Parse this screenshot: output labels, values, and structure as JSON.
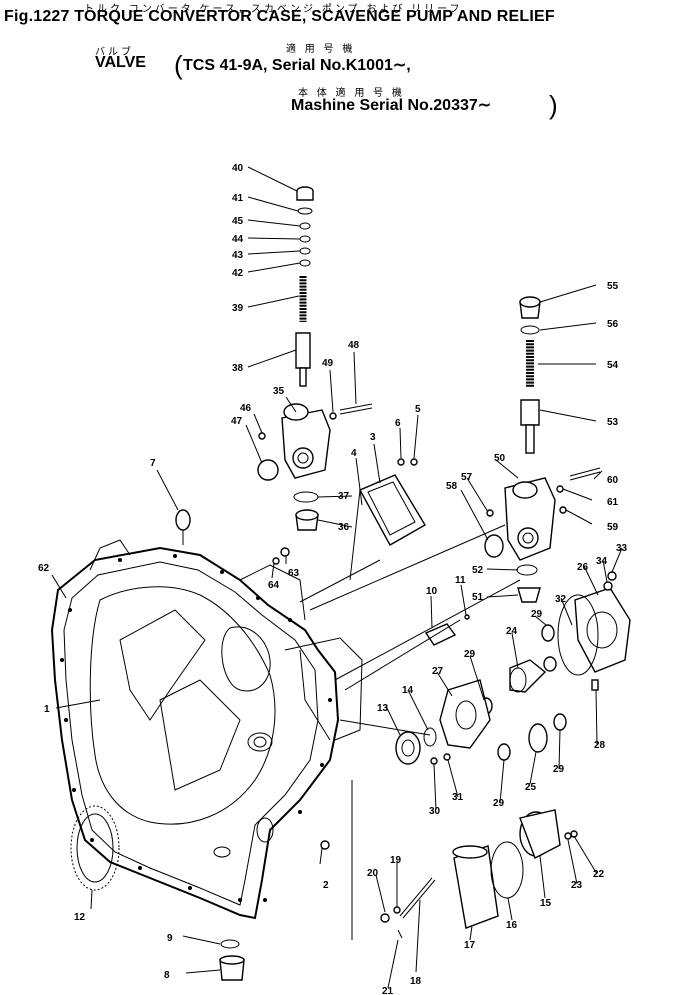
{
  "header": {
    "kana_line1": "トルク コンバータ ケース，スカベンジ ポンプ および リリーフ",
    "title": "Fig.1227 TORQUE CONVERTOR CASE, SCAVENGE PUMP AND RELIEF",
    "kana_valve": "バルブ",
    "valve": "VALVE",
    "kana_applicable": "適 用 号 機",
    "applicable": "TCS 41-9A, Serial No.K1001∼,",
    "kana_machine": "本 体 適 用 号 機",
    "machine": "Mashine Serial No.20337∼",
    "bracket_open": "(",
    "bracket_close": ")"
  },
  "parts": [
    "1",
    "2",
    "3",
    "4",
    "5",
    "6",
    "7",
    "8",
    "9",
    "10",
    "11",
    "12",
    "13",
    "14",
    "15",
    "16",
    "17",
    "18",
    "19",
    "20",
    "21",
    "22",
    "23",
    "24",
    "25",
    "26",
    "27",
    "28",
    "29",
    "29",
    "29",
    "29",
    "30",
    "31",
    "32",
    "33",
    "34",
    "35",
    "36",
    "37",
    "38",
    "39",
    "40",
    "41",
    "42",
    "43",
    "44",
    "45",
    "46",
    "47",
    "48",
    "49",
    "50",
    "51",
    "52",
    "53",
    "54",
    "55",
    "56",
    "57",
    "58",
    "59",
    "60",
    "61",
    "62",
    "63",
    "64"
  ]
}
